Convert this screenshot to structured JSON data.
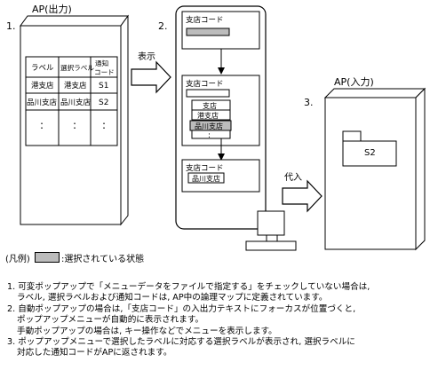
{
  "step_numbers": [
    "1.",
    "2.",
    "3."
  ],
  "ap_output": {
    "title": "AP(出力)",
    "table": {
      "headers": [
        "ラベル",
        "選択ラベル",
        "通知\nコード"
      ],
      "rows": [
        [
          "港支店",
          "港支店",
          "S1"
        ],
        [
          "品川支店",
          "品川支店",
          "S2"
        ],
        [
          ":",
          ":",
          ":"
        ]
      ]
    }
  },
  "arrow_display_label": "表示",
  "popup_screens": {
    "screen1_label": "支店コード",
    "screen2_label": "支店コード",
    "popup_items": [
      "支店",
      "港支店",
      "品川支店"
    ],
    "popup_more": ":",
    "screen3_label": "支店コード",
    "screen3_value": "品川支店"
  },
  "arrow_substitute_label": "代入",
  "ap_input": {
    "title": "AP(入力)",
    "field_value": "S2"
  },
  "legend": {
    "prefix": "(凡例)",
    "suffix": ":選択されている状態"
  },
  "notes": [
    "1. 可変ポップアップで「メニューデータをファイルで指定する」をチェックしていない場合は,",
    "ラベル, 選択ラベルおよび通知コードは, AP中の論理マップに定義されています。",
    "2. 自動ポップアップの場合は,「支店コード」の入出力テキストにフォーカスが位置づくと,",
    "ポップアップメニューが自動的に表示されます。",
    "手動ポップアップの場合は, キー操作などでメニューを表示します。",
    "3. ポップアップメニューで選択したラベルに対応する選択ラベルが表示され, 選択ラベルに",
    "対応した通知コードがAPに返されます。"
  ],
  "colors": {
    "selected": "#bcbcbc",
    "line": "#000000"
  }
}
